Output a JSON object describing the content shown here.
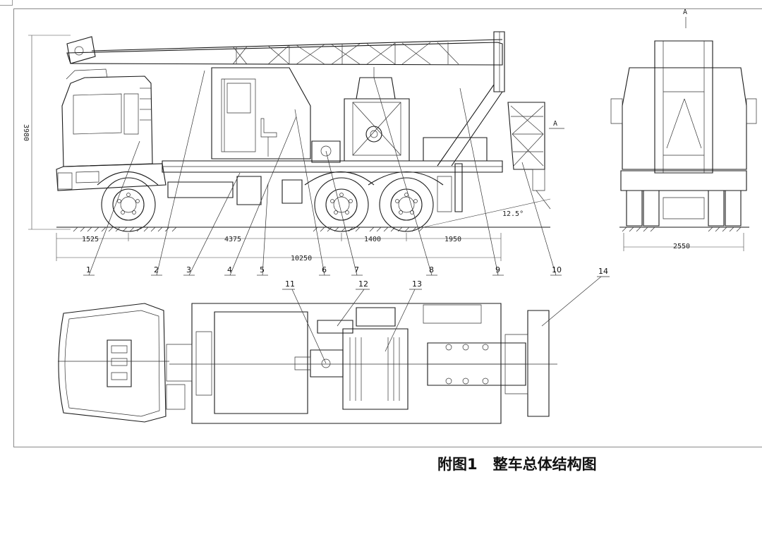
{
  "caption": {
    "figure_no": "附图1",
    "title": "整车总体结构图"
  },
  "dimensions": {
    "height": "3980",
    "front_overhang": "1525",
    "wheelbase": "4375",
    "axle_spacing": "1400",
    "rear_overhang": "1950",
    "overall_length": "10250",
    "angle": "12.5°",
    "width": "2550",
    "view_mark": "A"
  },
  "callouts": [
    "1",
    "2",
    "3",
    "4",
    "5",
    "6",
    "7",
    "8",
    "9",
    "10",
    "11",
    "12",
    "13",
    "14"
  ]
}
